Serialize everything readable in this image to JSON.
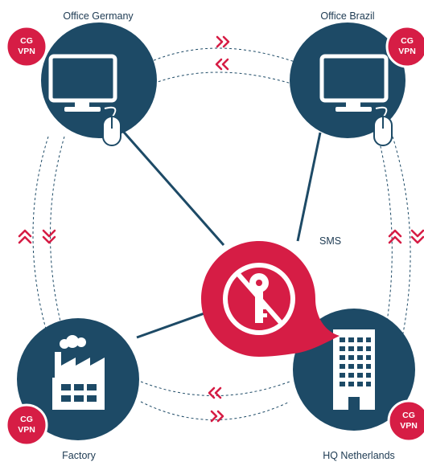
{
  "colors": {
    "node": "#1d4a66",
    "accent": "#d61d45",
    "white": "#ffffff",
    "line": "#1d4a66",
    "dashed": "#1d4a66"
  },
  "nodes": {
    "germany": {
      "label": "Office Germany",
      "icon": "computer-icon",
      "badge": [
        "CG",
        "VPN"
      ]
    },
    "brazil": {
      "label": "Office Brazil",
      "icon": "computer-icon",
      "badge": [
        "CG",
        "VPN"
      ]
    },
    "factory": {
      "label": "Factory",
      "icon": "factory-icon",
      "badge": [
        "CG",
        "VPN"
      ]
    },
    "hq": {
      "label": "HQ Netherlands",
      "icon": "office-building-icon",
      "badge": [
        "CG",
        "VPN"
      ]
    }
  },
  "center": {
    "label": "SMS",
    "icon": "key-lock-icon"
  },
  "arrows": {
    "top": [
      "chevron-right-icon",
      "chevron-left-icon"
    ],
    "bottom": [
      "chevron-left-icon",
      "chevron-right-icon"
    ],
    "left": [
      "chevron-up-icon",
      "chevron-down-icon"
    ],
    "right": [
      "chevron-up-icon",
      "chevron-down-icon"
    ]
  }
}
